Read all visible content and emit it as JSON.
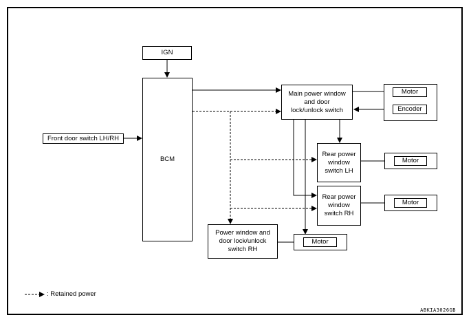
{
  "nodes": {
    "ign": "IGN",
    "bcm": "BCM",
    "front_door_switch": "Front door switch LH/RH",
    "main_switch": "Main power window and door lock/unlock switch",
    "rear_lh": "Rear power window switch LH",
    "rear_rh": "Rear power window switch RH",
    "pw_rh": "Power window and door lock/unlock switch RH",
    "motor_main": "Motor",
    "encoder": "Encoder",
    "motor_rear_lh": "Motor",
    "motor_rear_rh": "Motor",
    "motor_pw_rh": "Motor"
  },
  "legend": {
    "retained_power": ": Retained power"
  },
  "figure_code": "ABKIA3026GB"
}
